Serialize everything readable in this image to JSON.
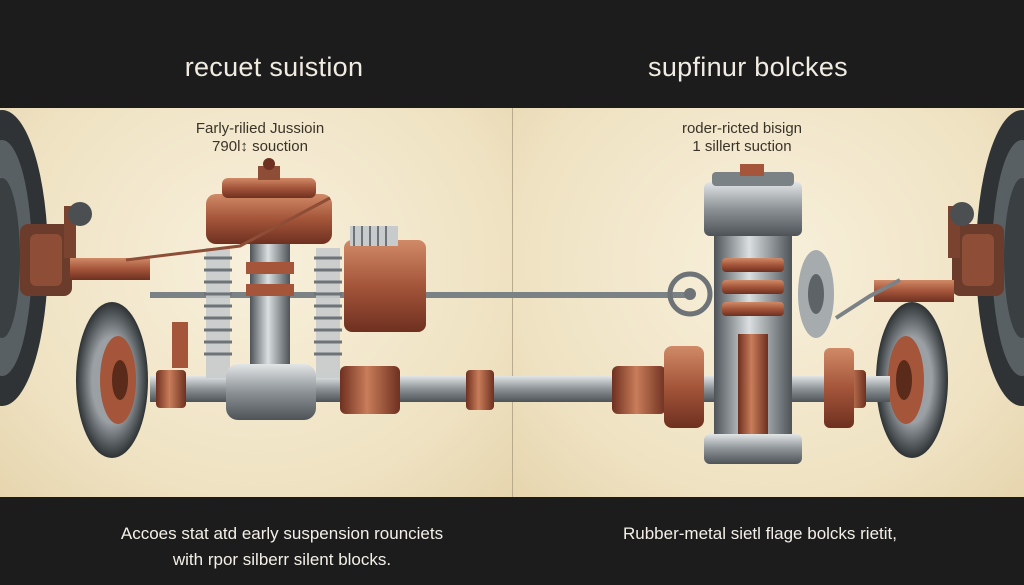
{
  "header": {
    "left_title": "recuet suistion",
    "right_title": "supfinur bolckes"
  },
  "panels": {
    "left": {
      "subtitle_line1": "Farly-rilied Jussioin",
      "subtitle_line2": "790l↕ souction"
    },
    "right": {
      "subtitle_line1": "roder-ricted bisign",
      "subtitle_line2": "1 sillert suction"
    }
  },
  "footer": {
    "left_line1": "Accoes stat atd early suspension rounciets",
    "left_line2": "with rpor silberr silent blocks.",
    "right_line1": "Rubber-metal sietl flage bolcks rietit,"
  },
  "colors": {
    "band": "#1c1c1c",
    "paper": "#f3e9cf",
    "copper": "#a4553a",
    "steel": "#8c9296"
  }
}
